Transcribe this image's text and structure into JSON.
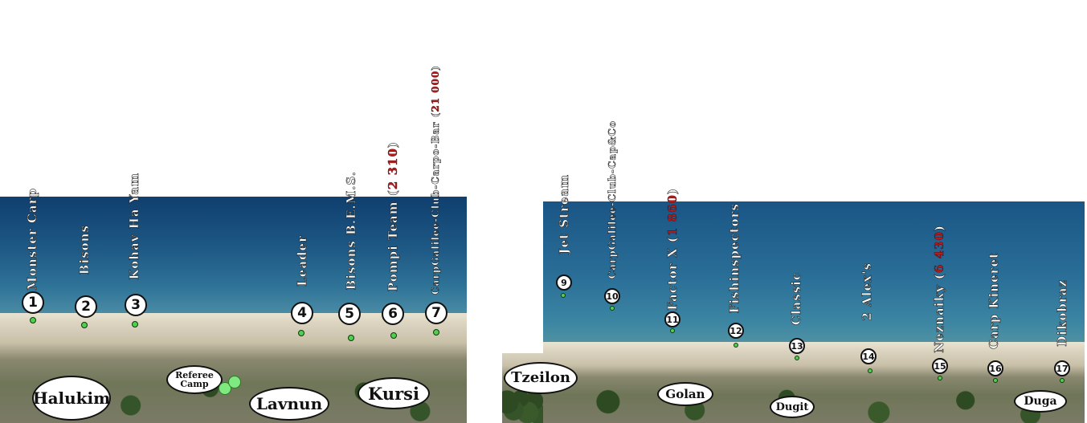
{
  "left_map": {
    "teams": [
      {
        "label": "Monster Carp",
        "weight": ""
      },
      {
        "label": "Bisons",
        "weight": ""
      },
      {
        "label": "Kohav Ha Yam",
        "weight": ""
      },
      {
        "label": "Leader",
        "weight": ""
      },
      {
        "label": "Bisons B.E.M.S.",
        "weight": ""
      },
      {
        "label": "Pompi Team (",
        "weight": "2 310",
        "suffix": ")"
      },
      {
        "label": "CarpGalilee-Club-Carpo-Bar (",
        "weight": "21 000",
        "suffix": ")"
      }
    ],
    "markers": [
      "1",
      "2",
      "3",
      "4",
      "5",
      "6",
      "7"
    ],
    "zones": {
      "halukim": "Halukim",
      "lavnun": "Lavnun",
      "kursi": "Kursi",
      "referee": "Referee\nCamp"
    }
  },
  "right_map": {
    "teams": [
      {
        "label": "Jet Stream",
        "weight": ""
      },
      {
        "label": "CarpGalilee-Club-Cap&Co",
        "weight": ""
      },
      {
        "label": "Factor X (",
        "weight": "1 860",
        "suffix": ")"
      },
      {
        "label": "Fishinspectors",
        "weight": ""
      },
      {
        "label": "Classic",
        "weight": ""
      },
      {
        "label": "2 Alex's",
        "weight": ""
      },
      {
        "label": "Neznaiky (",
        "weight": "6 430",
        "suffix": ")"
      },
      {
        "label": "Carp Kineret",
        "weight": ""
      },
      {
        "label": "Dikobraz",
        "weight": ""
      }
    ],
    "markers": [
      "9",
      "10",
      "11",
      "12",
      "13",
      "14",
      "15",
      "16",
      "17"
    ],
    "zones": {
      "tzeilon": "Tzeilon",
      "golan": "Golan",
      "dugit": "Dugit",
      "duga": "Duga"
    }
  },
  "colors": {
    "water": "#1f5a86",
    "weight_red": "#b51d1d",
    "peg_dot": "#4fd04f"
  }
}
